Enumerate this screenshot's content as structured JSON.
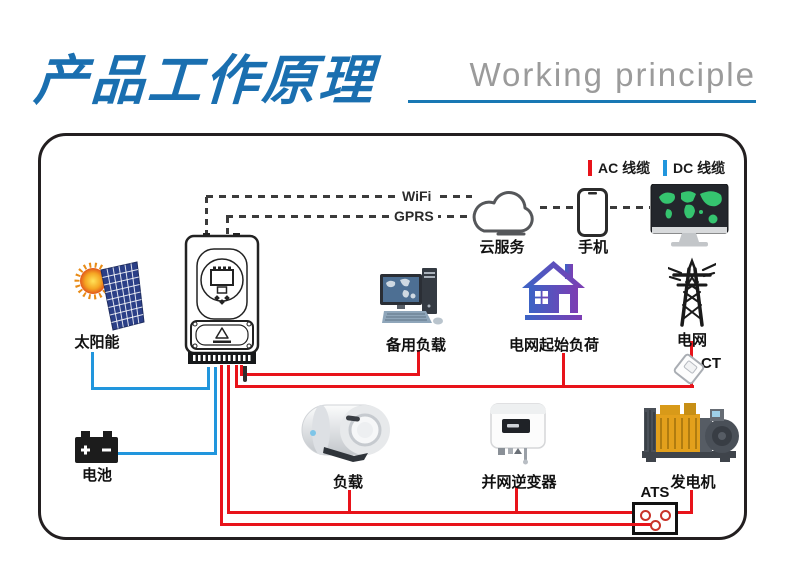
{
  "header": {
    "title": "产品工作原理",
    "subtitle": "Working principle"
  },
  "legend": {
    "ac_label": "AC 线缆",
    "dc_label": "DC 线缆"
  },
  "network": {
    "wifi": "WiFi",
    "gprs": "GPRS",
    "cloud": "云服务",
    "phone": "手机"
  },
  "nodes": {
    "solar": "太阳能",
    "battery": "电池",
    "backup_load": "备用负载",
    "initial_load": "电网起始负荷",
    "grid": "电网",
    "ct": "CT",
    "load": "负载",
    "grid_tie_inverter": "并网逆变器",
    "generator": "发电机",
    "ats": "ATS"
  },
  "colors": {
    "ac": "#e8131a",
    "dc": "#2196dd",
    "title_blue": "#1a6fb0",
    "underline_blue": "#1878b4",
    "subtitle_gray": "#9b9b9b",
    "outline_black": "#231f20"
  }
}
